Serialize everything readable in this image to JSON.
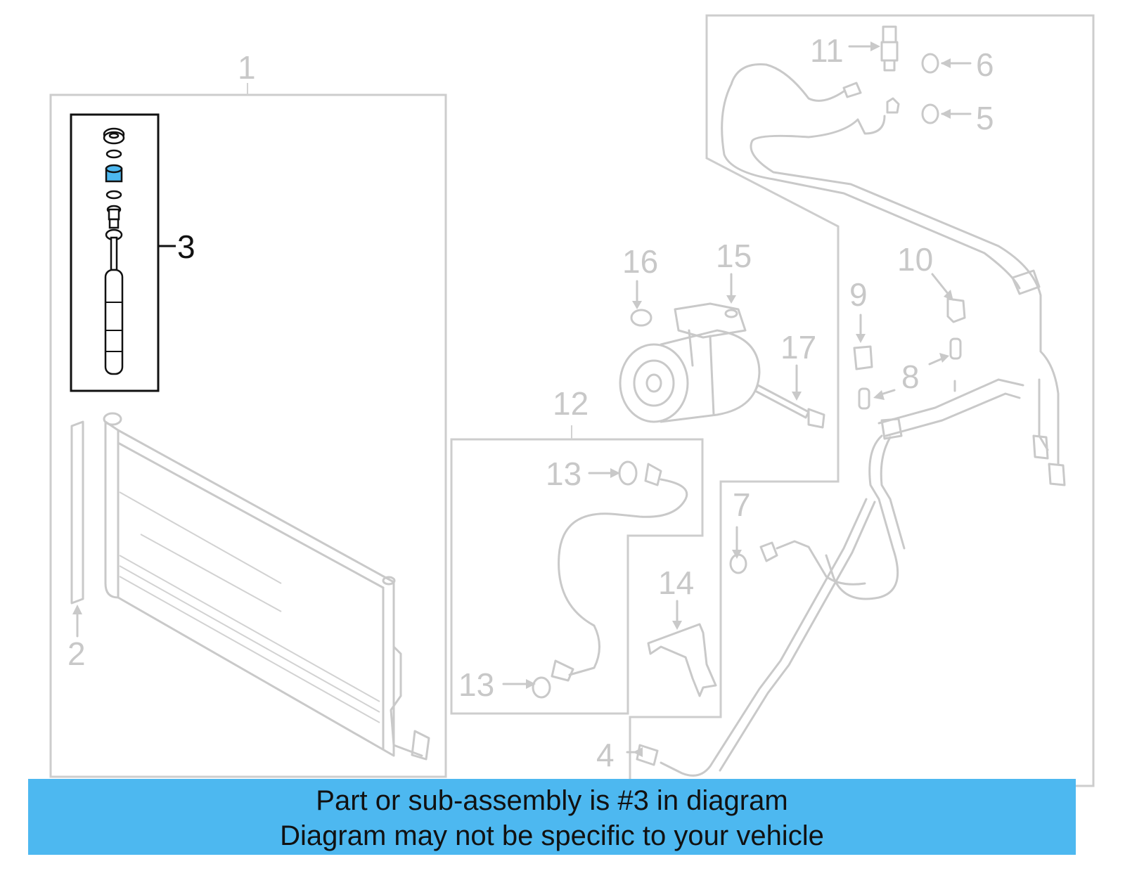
{
  "callouts": {
    "c1": "1",
    "c2": "2",
    "c3": "3",
    "c4": "4",
    "c5": "5",
    "c6": "6",
    "c7": "7",
    "c8": "8",
    "c9": "9",
    "c10": "10",
    "c11": "11",
    "c12": "12",
    "c13a": "13",
    "c13b": "13",
    "c14": "14",
    "c15": "15",
    "c16": "16",
    "c17": "17"
  },
  "highlighted_part": "3",
  "colors": {
    "banner": "#4db8f0",
    "highlight": "#4db8f0",
    "diagram_lines": "#c9c9c9"
  },
  "banner": {
    "line1": "Part or sub-assembly is #3 in diagram",
    "line2": "Diagram may not be specific to your vehicle"
  }
}
